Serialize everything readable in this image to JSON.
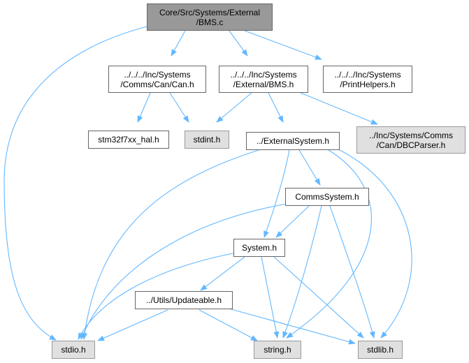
{
  "colors": {
    "edge": "#63b8ff",
    "root_fill": "#999999",
    "external_fill": "#e0e0e0",
    "border": "#666666"
  },
  "nodes": {
    "bms_c": {
      "line1": "Core/Src/Systems/External",
      "line2": "/BMS.c"
    },
    "can_h": {
      "line1": "../../../Inc/Systems",
      "line2": "/Comms/Can/Can.h"
    },
    "bms_h": {
      "line1": "../../../Inc/Systems",
      "line2": "/External/BMS.h"
    },
    "printhelpers_h": {
      "line1": "../../../Inc/Systems",
      "line2": "/PrintHelpers.h"
    },
    "stm32_hal_h": {
      "line1": "stm32f7xx_hal.h"
    },
    "stdint_h": {
      "line1": "stdint.h"
    },
    "externalsystem_h": {
      "line1": "../ExternalSystem.h"
    },
    "dbcparser_h": {
      "line1": "../Inc/Systems/Comms",
      "line2": "/Can/DBCParser.h"
    },
    "commssystem_h": {
      "line1": "CommsSystem.h"
    },
    "system_h": {
      "line1": "System.h"
    },
    "updateable_h": {
      "line1": "../Utils/Updateable.h"
    },
    "stdio_h": {
      "line1": "stdio.h"
    },
    "string_h": {
      "line1": "string.h"
    },
    "stdlib_h": {
      "line1": "stdlib.h"
    }
  }
}
